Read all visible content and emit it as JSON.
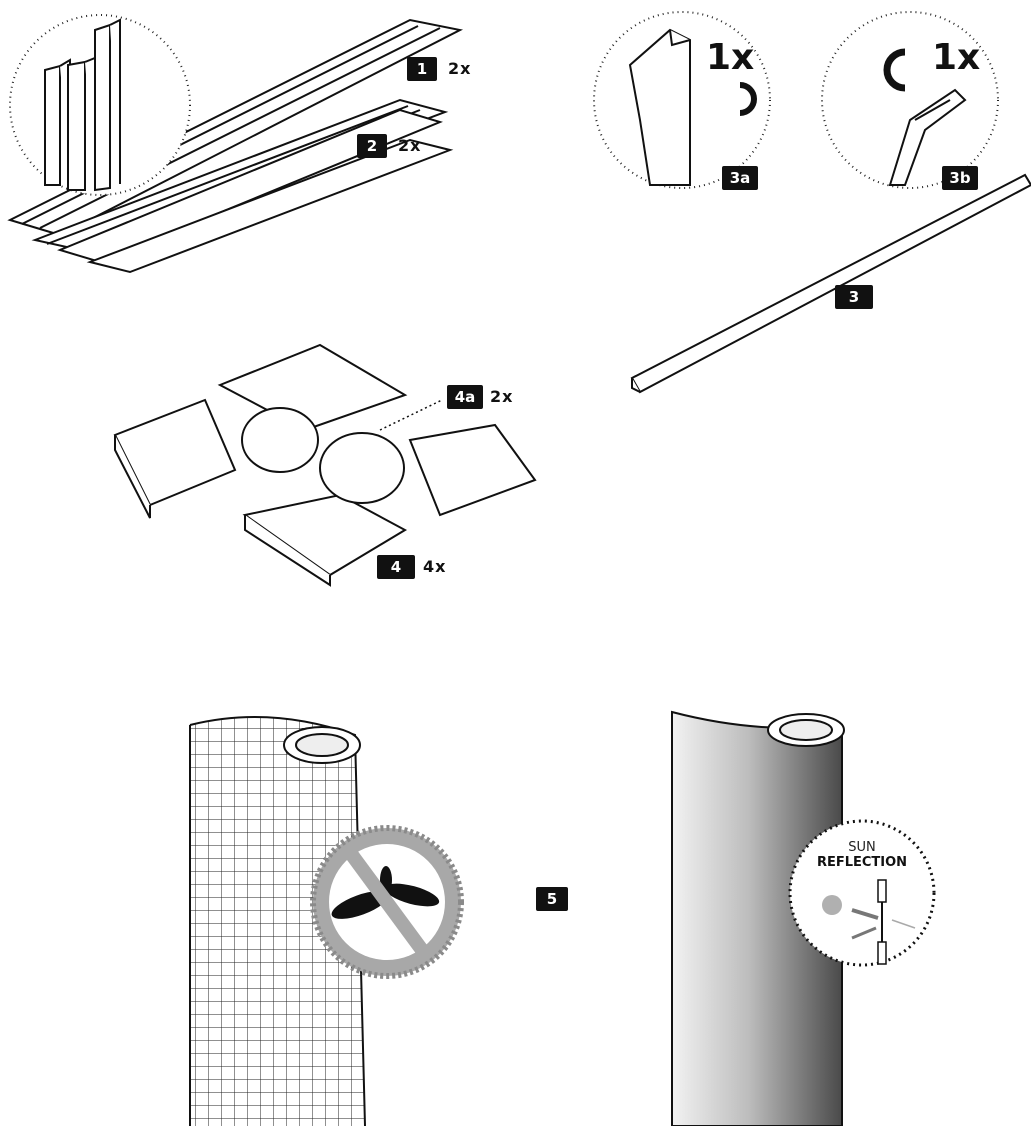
{
  "parts": {
    "p1": {
      "tag": "1",
      "qty": "2x"
    },
    "p2": {
      "tag": "2",
      "qty": "2x"
    },
    "p3": {
      "tag": "3"
    },
    "p3a": {
      "tag": "3a",
      "qty": "1x",
      "icon": "magnet-icon"
    },
    "p3b": {
      "tag": "3b",
      "qty": "1x",
      "icon": "magnet-icon"
    },
    "p4": {
      "tag": "4",
      "qty": "4x"
    },
    "p4a": {
      "tag": "4a",
      "qty": "2x"
    },
    "p5": {
      "tag": "5"
    }
  },
  "badges": {
    "insect": {
      "icon": "no-mosquito-icon"
    },
    "sun": {
      "line1": "SUN",
      "line2": "REFLECTION",
      "icon": "sun-icon"
    }
  },
  "colors": {
    "ink": "#111111",
    "badge_gray": "#a8a8a8",
    "roll_dark": "#555555"
  }
}
